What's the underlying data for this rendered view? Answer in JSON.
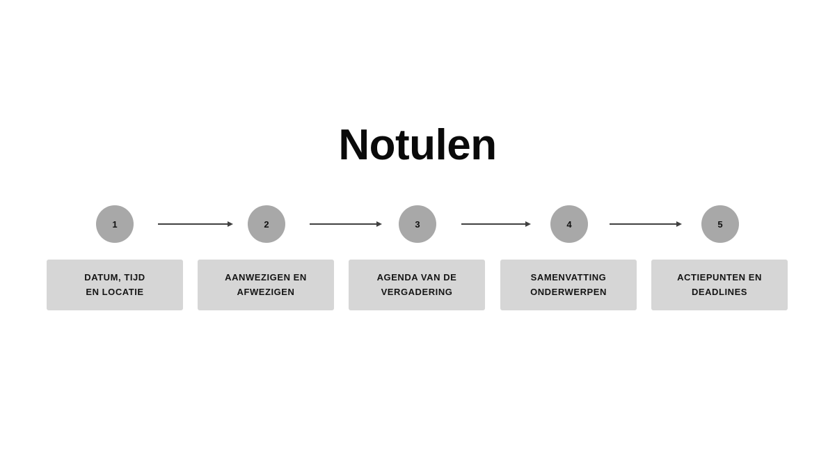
{
  "slide": {
    "title": "Notulen",
    "background_color": "#ffffff",
    "title_color": "#0a0a0a"
  },
  "theme": {
    "circle_fill": "#a8a8a8",
    "box_fill": "#d6d6d6",
    "arrow_color": "#404040",
    "text_color": "#141414"
  },
  "process": {
    "steps": [
      {
        "number": "1",
        "label": "DATUM, TIJD\nEN LOCATIE"
      },
      {
        "number": "2",
        "label": "AANWEZIGEN EN\nAFWEZIGEN"
      },
      {
        "number": "3",
        "label": "AGENDA VAN DE\nVERGADERING"
      },
      {
        "number": "4",
        "label": "SAMENVATTING\nONDERWERPEN"
      },
      {
        "number": "5",
        "label": "ACTIEPUNTEN EN\nDEADLINES"
      }
    ],
    "connectors": [
      {
        "name": "arrow-1-to-2"
      },
      {
        "name": "arrow-2-to-3"
      },
      {
        "name": "arrow-3-to-4"
      },
      {
        "name": "arrow-4-to-5"
      }
    ]
  }
}
